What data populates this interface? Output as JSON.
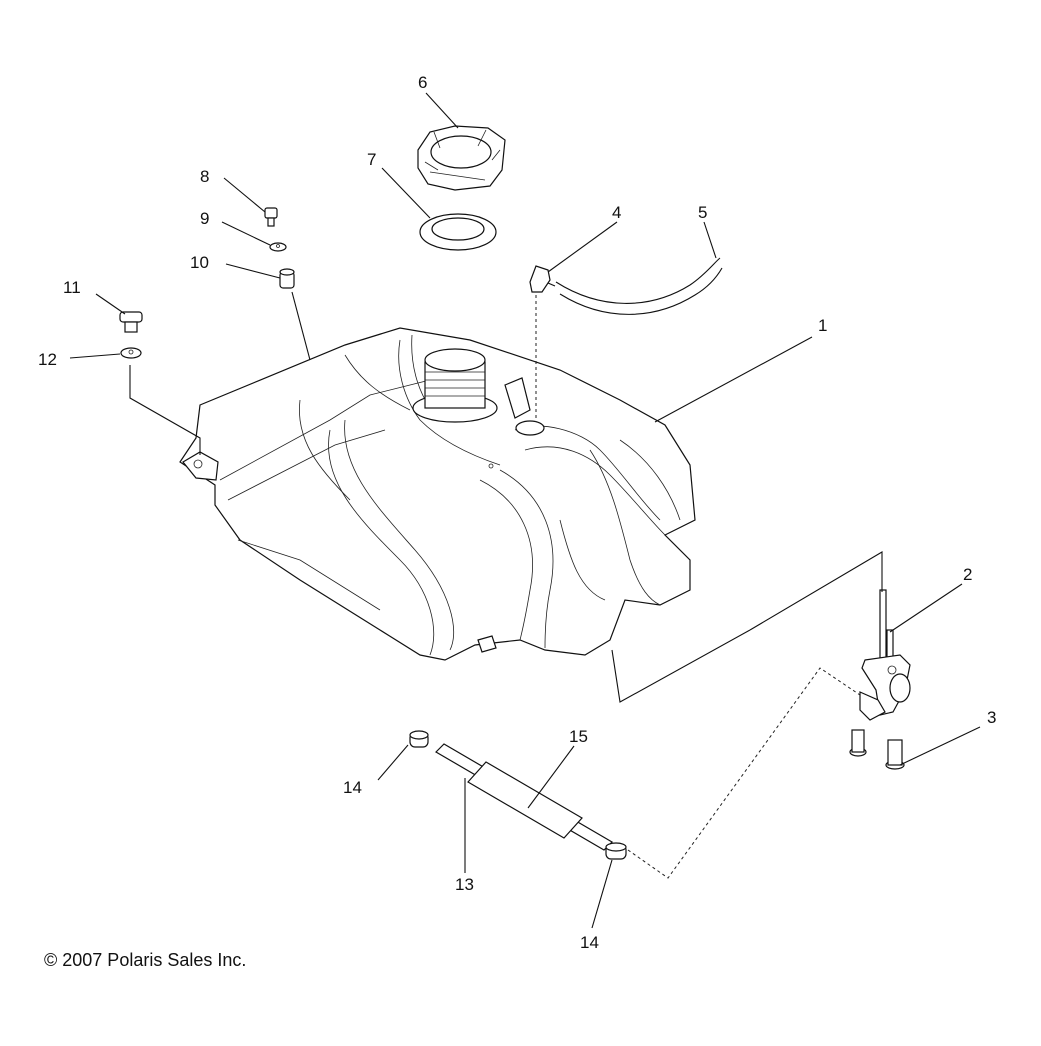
{
  "callouts": {
    "c1": "1",
    "c2": "2",
    "c3": "3",
    "c4": "4",
    "c5": "5",
    "c6": "6",
    "c7": "7",
    "c8": "8",
    "c9": "9",
    "c10": "10",
    "c11": "11",
    "c12": "12",
    "c13": "13",
    "c14a": "14",
    "c14b": "14",
    "c15": "15"
  },
  "copyright": "© 2007 Polaris Sales Inc."
}
